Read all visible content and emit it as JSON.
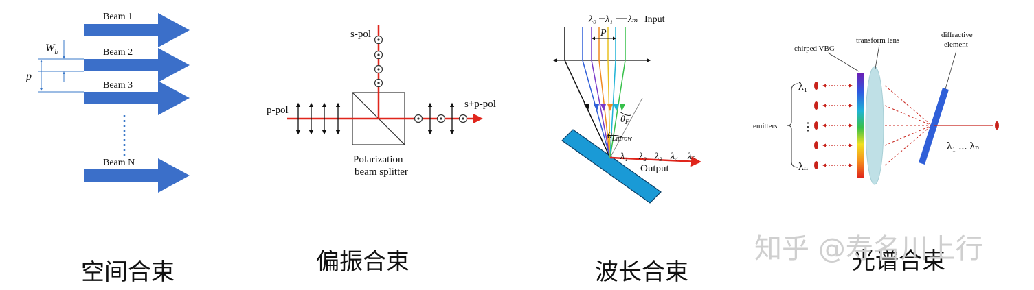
{
  "panels": {
    "spatial": {
      "caption": "空间合束",
      "beam_labels": [
        "Beam 1",
        "Beam 2",
        "Beam 3",
        "Beam N"
      ],
      "wb_label": "W",
      "wb_sub": "b",
      "p_label": "p",
      "colors": {
        "beam": "#3b6fc9",
        "lines": "#3a78c8"
      }
    },
    "polarization": {
      "caption": "偏振合束",
      "s_pol": "s-pol",
      "p_pol": "p-pol",
      "sp_pol": "s+p-pol",
      "splitter_line1": "Polarization",
      "splitter_line2": "beam splitter",
      "colors": {
        "beam": "#e0261c"
      }
    },
    "wavelength": {
      "caption": "波长合束",
      "lambda_0": "λ₀",
      "lambda_1": "λ₁",
      "lambda_m": "λₘ",
      "input": "Input",
      "P": "P",
      "theta_top": "θ",
      "theta_top_sub": "F",
      "theta_littrow": "θ",
      "theta_littrow_sub": "Littrow",
      "out_l1": "λ₁",
      "out_l2": "λ₂",
      "out_l3": "λ₃",
      "out_l4": "λ₄",
      "out_ln": "λₙ",
      "output": "Output",
      "colors": {
        "grating": "#1a9ad6",
        "output": "#e0261c"
      }
    },
    "spectral": {
      "caption": "光谱合束",
      "chirped_vbg": "chirped VBG",
      "transform_lens": "transform lens",
      "diffractive_line1": "diffractive",
      "diffractive_line2": "element",
      "emitters": "emitters",
      "lambda_1": "λ₁",
      "lambda_n": "λₙ",
      "output_label": "λ₁ ... λₙ",
      "colors": {
        "dots": "#c8221a",
        "element": "#2f5fd8",
        "lens": "#bfe0e6"
      }
    }
  },
  "watermark": "知乎 @寿名川上行"
}
